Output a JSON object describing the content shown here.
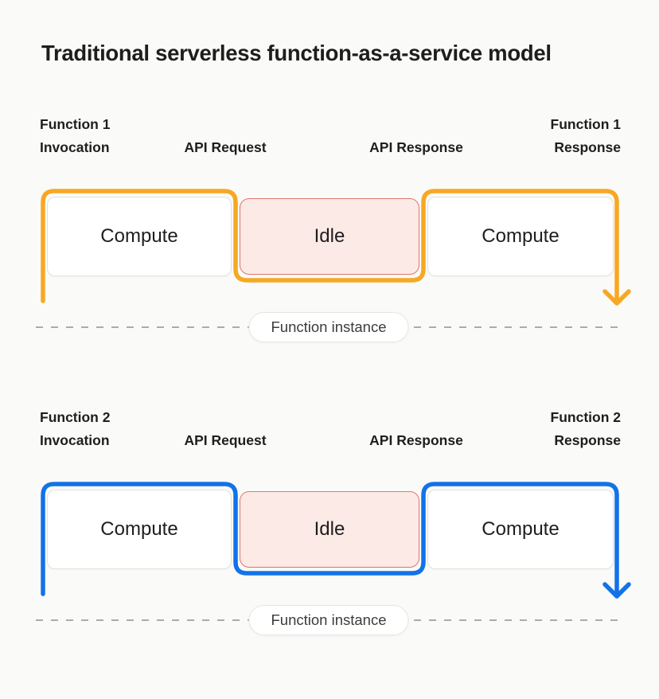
{
  "title": "Traditional serverless function-as-a-service model",
  "theme": {
    "background": "#FAFAF8",
    "text_color": "#1E1E1C",
    "function1_accent": "#F7A823",
    "function2_accent": "#1273E8",
    "idle_fill": "#FCEAE7",
    "idle_border": "#E0766B",
    "compute_border": "#E1E1DC",
    "dash_color": "#ABABA9"
  },
  "rows": [
    {
      "accent": "#F7A823",
      "invocation_line1": "Function 1",
      "invocation_line2": "Invocation",
      "api_request": "API Request",
      "api_response": "API Response",
      "response_line1": "Function 1",
      "response_line2": "Response",
      "compute_left": "Compute",
      "idle": "Idle",
      "compute_right": "Compute",
      "instance_label": "Function instance"
    },
    {
      "accent": "#1273E8",
      "invocation_line1": "Function 2",
      "invocation_line2": "Invocation",
      "api_request": "API Request",
      "api_response": "API Response",
      "response_line1": "Function 2",
      "response_line2": "Response",
      "compute_left": "Compute",
      "idle": "Idle",
      "compute_right": "Compute",
      "instance_label": "Function instance"
    }
  ]
}
